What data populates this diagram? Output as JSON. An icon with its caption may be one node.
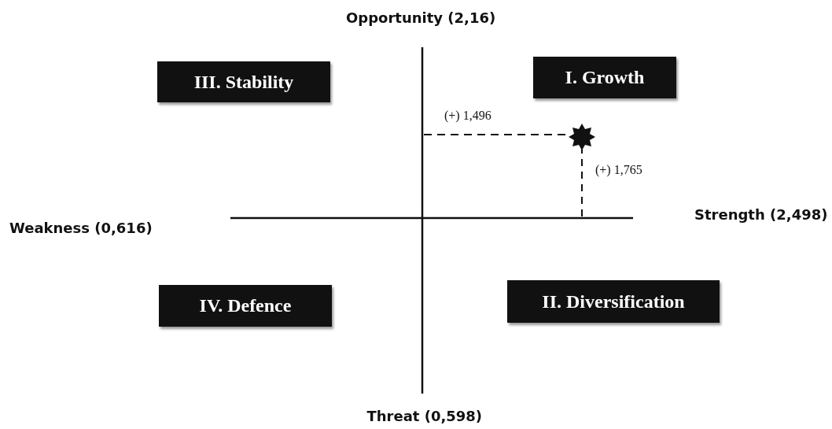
{
  "diagram": {
    "nodes": [
      {
        "text": [
          "III. Stability"
        ]
      },
      {
        "text": [
          "I. Growth"
        ]
      },
      {
        "text": [
          "IV. Defence"
        ]
      },
      {
        "text": [
          "II. Diversification"
        ]
      }
    ],
    "labels": [
      "Opportunity (2,16)",
      "(+) 1,496",
      "(+) 1,765",
      "Weakness (0,616)",
      "Strength (2,498)",
      "Threat (0,598)"
    ]
  }
}
